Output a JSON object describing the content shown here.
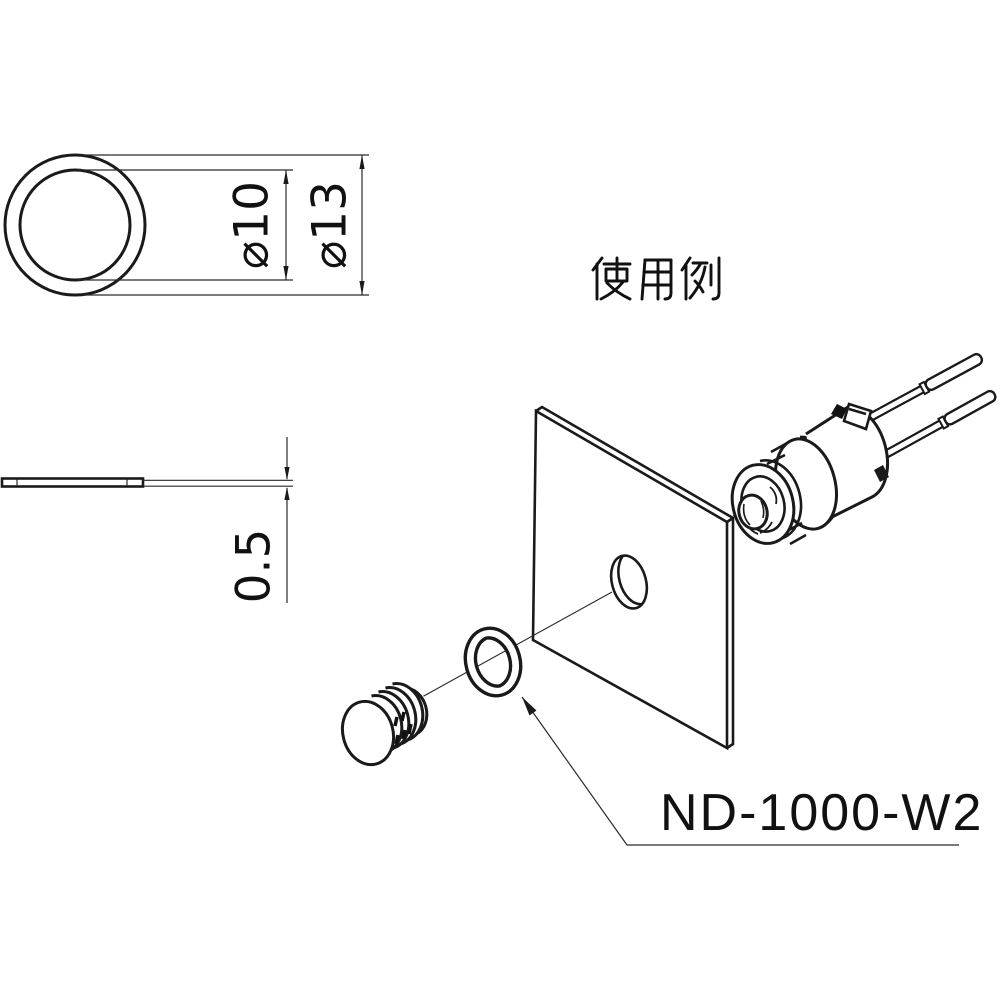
{
  "drawing": {
    "background_color": "#ffffff",
    "line_color": "#1a1a1a",
    "title": {
      "usage_example": "使用例"
    },
    "front_view": {
      "inner_diameter": "⌀10",
      "outer_diameter": "⌀13"
    },
    "side_view": {
      "thickness": "0.5"
    },
    "callout": {
      "part_number": "ND-1000-W2"
    }
  }
}
